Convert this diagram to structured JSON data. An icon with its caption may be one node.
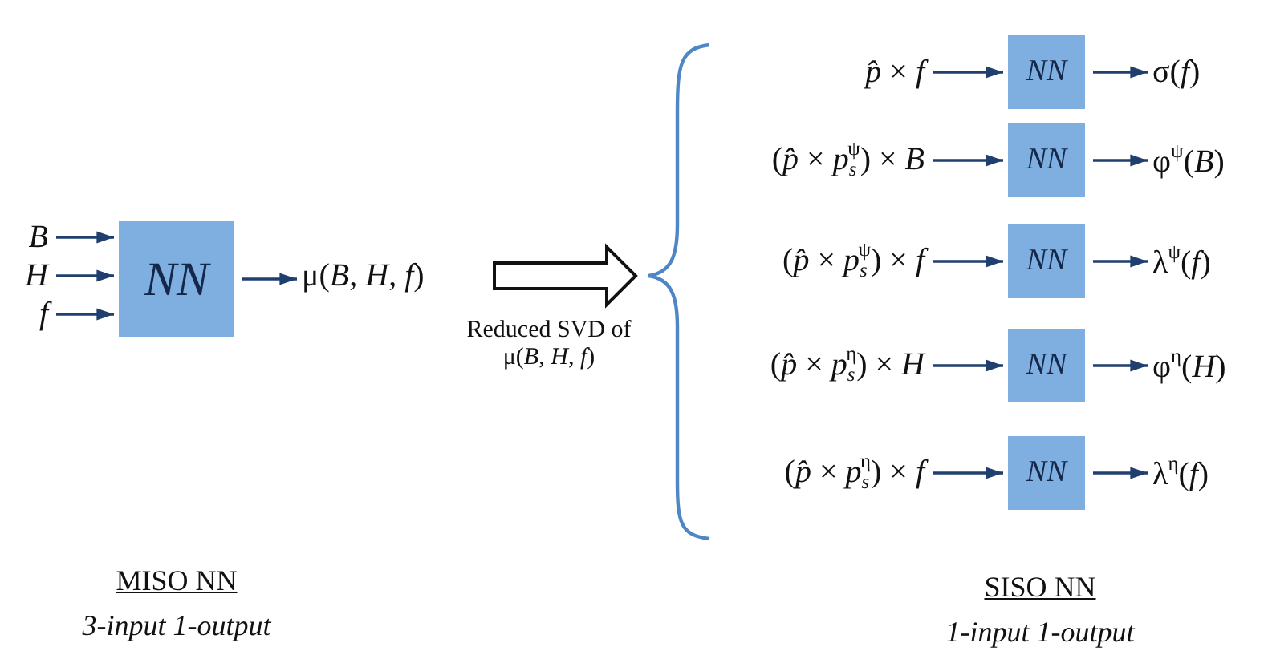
{
  "diagram": {
    "nodes": [
      {
        "text": [
          "B"
        ]
      },
      {
        "text": [
          "H"
        ]
      },
      {
        "text": [
          "f"
        ]
      },
      {
        "text": [
          "NN"
        ]
      },
      {
        "text": [
          "μ(*B*, *H*, *f*)"
        ]
      },
      {
        "text": [
          "*p̂*  × *f*"
        ]
      },
      {
        "text": [
          "NN"
        ]
      },
      {
        "text": [
          "σ(*f*)"
        ]
      },
      {
        "text": [
          "(*p̂* × *p*$_{s}$$^{ψ}$) × *B*"
        ]
      },
      {
        "text": [
          "NN"
        ]
      },
      {
        "text": [
          "φ$^{ψ}$(*B*)"
        ]
      },
      {
        "text": [
          "(*p̂* × *p*$_{s}$$^{ψ}$) × *f*"
        ]
      },
      {
        "text": [
          "NN"
        ]
      },
      {
        "text": [
          "λ$^{ψ}$(*f*)"
        ]
      },
      {
        "text": [
          "(*p̂* × *p*$_{s}$$^{η}$) × *H*"
        ]
      },
      {
        "text": [
          "NN"
        ]
      },
      {
        "text": [
          "φ$^{η}$(*H*)"
        ]
      },
      {
        "text": [
          "(*p̂* × *p*$_{s}$$^{η}$) × *f*"
        ]
      },
      {
        "text": [
          "NN"
        ]
      },
      {
        "text": [
          "λ$^{η}$(*f*)"
        ]
      }
    ],
    "edges": [
      {
        "from": 0,
        "to": 3,
        "arrow": "to"
      },
      {
        "from": 1,
        "to": 3,
        "arrow": "to"
      },
      {
        "from": 2,
        "to": 3,
        "arrow": "to"
      },
      {
        "from": 3,
        "to": 4,
        "arrow": "to"
      },
      {
        "from": 5,
        "to": 6,
        "arrow": "to"
      },
      {
        "from": 6,
        "to": 7,
        "arrow": "to"
      },
      {
        "from": 8,
        "to": 9,
        "arrow": "to"
      },
      {
        "from": 9,
        "to": 10,
        "arrow": "to"
      },
      {
        "from": 11,
        "to": 12,
        "arrow": "to"
      },
      {
        "from": 12,
        "to": 13,
        "arrow": "to"
      },
      {
        "from": 14,
        "to": 15,
        "arrow": "to"
      },
      {
        "from": 15,
        "to": 16,
        "arrow": "to"
      },
      {
        "from": 17,
        "to": 18,
        "arrow": "to"
      },
      {
        "from": 18,
        "to": 19,
        "arrow": "to"
      }
    ],
    "labels": [
      "Reduced SVD of μ(*B*, *H*, *f*)",
      "MISO NN",
      "3-input 1-output",
      "SISO NN",
      "1-input 1-output"
    ]
  }
}
